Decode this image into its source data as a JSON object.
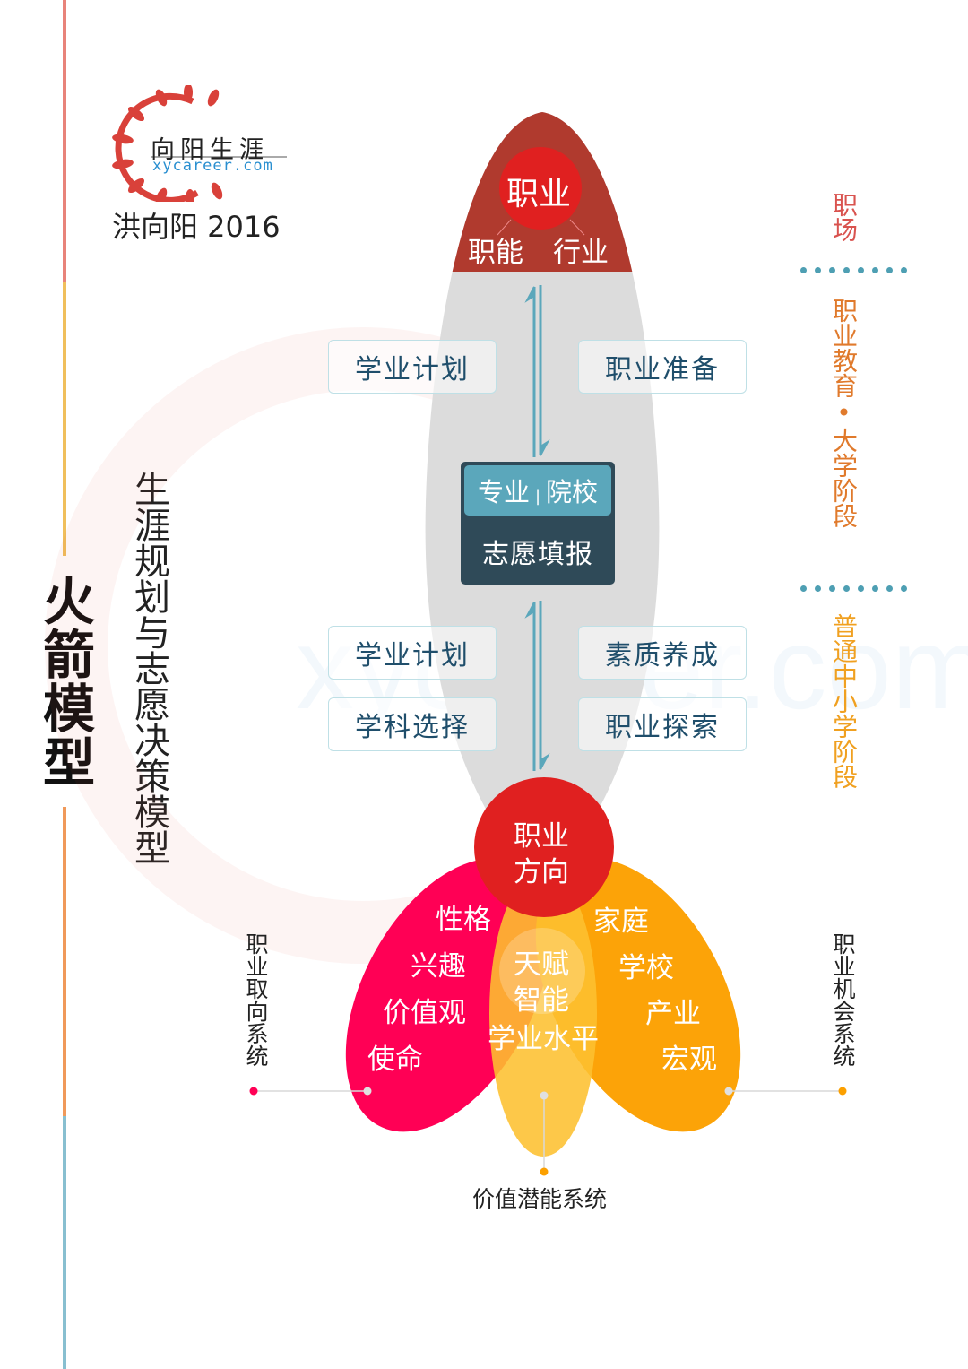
{
  "title": {
    "main": "火箭模型",
    "sub": "生涯规划与志愿决策模型"
  },
  "logo": {
    "chinese": "向阳生涯",
    "domain": "xycareer.com",
    "credit": "洪向阳 2016",
    "colors": {
      "sun": "#d9413a",
      "domain": "#2a8fd0",
      "text": "#222222"
    }
  },
  "rocket": {
    "nose": {
      "center_label": "职业",
      "left_label": "职能",
      "right_label": "行业",
      "color": "#b03a2e",
      "circle_color": "#e02020"
    },
    "upper_boxes": [
      {
        "label": "学业计划"
      },
      {
        "label": "职业准备"
      }
    ],
    "center_panel": {
      "top_left": "专业",
      "separator": "|",
      "top_right": "院校",
      "bottom": "志愿填报",
      "top_color": "#5ba7bb",
      "bottom_color": "#2f4a58"
    },
    "lower_boxes": [
      {
        "label": "学业计划"
      },
      {
        "label": "素质养成"
      },
      {
        "label": "学科选择"
      },
      {
        "label": "职业探索"
      }
    ],
    "engine": {
      "label_line1": "职业",
      "label_line2": "方向",
      "color": "#e02020"
    },
    "body_color": "#dcdcdc",
    "arrow_color": "#5ba7bb"
  },
  "petals": {
    "left": {
      "items": [
        "性格",
        "兴趣",
        "价值观",
        "使命"
      ],
      "color": "#ff0055",
      "system_label": "职业取向系统"
    },
    "middle": {
      "circle_line1": "天赋",
      "circle_line2": "智能",
      "items": [
        "学业水平"
      ],
      "color": "#fdc030",
      "system_label": "价值潜能系统"
    },
    "right": {
      "items": [
        "家庭",
        "学校",
        "产业",
        "宏观"
      ],
      "color": "#fca000",
      "system_label": "职业机会系统"
    }
  },
  "stages": [
    {
      "label": "职场",
      "color": "#d9534f"
    },
    {
      "label": "职业教育•大学阶段",
      "color": "#e07a2c"
    },
    {
      "label": "普通中小学阶段",
      "color": "#f0a020"
    }
  ],
  "timeline_colors": [
    "#e8837a",
    "#f0bf5c",
    "#f0995a",
    "#88bfd0"
  ]
}
